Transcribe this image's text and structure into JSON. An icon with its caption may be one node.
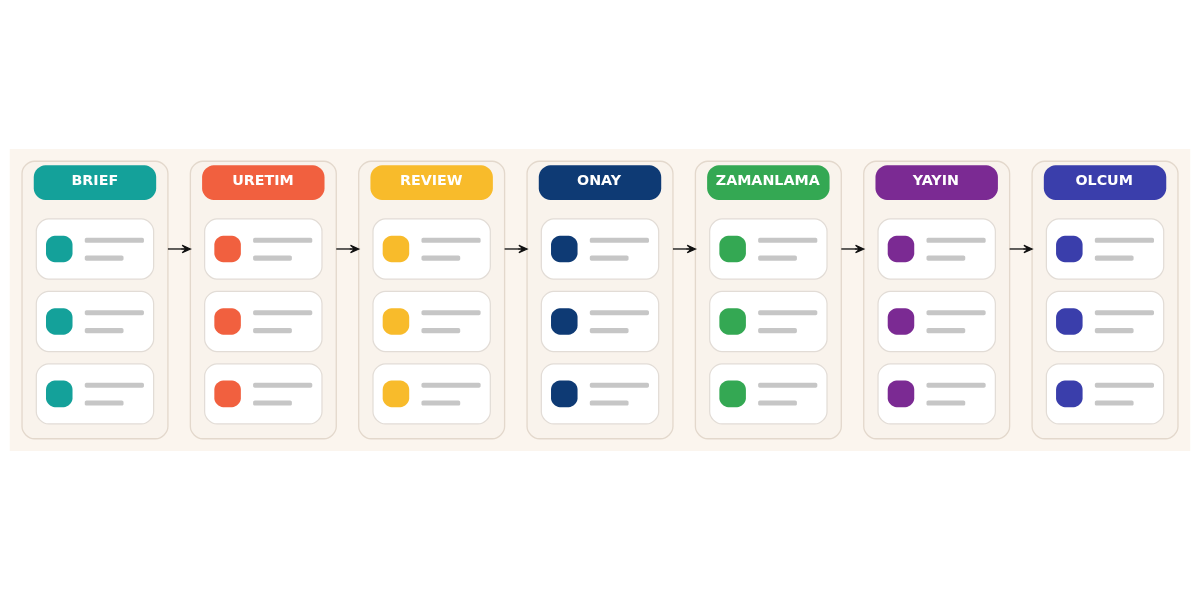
{
  "diagram": {
    "nodes": [
      {
        "text": [
          "BRIEF"
        ]
      },
      {
        "text": [],
        "shape": "box",
        "in": 0
      },
      {
        "text": [],
        "shape": "box",
        "in": 0
      },
      {
        "text": [],
        "shape": "box",
        "in": 0
      },
      {
        "text": [
          "URETIM"
        ]
      },
      {
        "text": [],
        "shape": "box",
        "in": 4
      },
      {
        "text": [],
        "shape": "box",
        "in": 4
      },
      {
        "text": [],
        "shape": "box",
        "in": 4
      },
      {
        "text": [
          "REVIEW"
        ]
      },
      {
        "text": [],
        "shape": "box",
        "in": 8
      },
      {
        "text": [],
        "shape": "box",
        "in": 8
      },
      {
        "text": [],
        "shape": "box",
        "in": 8
      },
      {
        "text": [
          "ONAY"
        ]
      },
      {
        "text": [],
        "shape": "box",
        "in": 12
      },
      {
        "text": [],
        "shape": "box",
        "in": 12
      },
      {
        "text": [],
        "shape": "box",
        "in": 12
      },
      {
        "text": [
          "ZAMANLAMA"
        ]
      },
      {
        "text": [],
        "shape": "box",
        "in": 16
      },
      {
        "text": [],
        "shape": "box",
        "in": 16
      },
      {
        "text": [],
        "shape": "box",
        "in": 16
      },
      {
        "text": [
          "YAYIN"
        ]
      },
      {
        "text": [],
        "shape": "box",
        "in": 20
      },
      {
        "text": [],
        "shape": "box",
        "in": 20
      },
      {
        "text": [],
        "shape": "box",
        "in": 20
      },
      {
        "text": [
          "OLCUM"
        ]
      },
      {
        "text": [],
        "shape": "box",
        "in": 24
      },
      {
        "text": [],
        "shape": "box",
        "in": 24
      },
      {
        "text": [],
        "shape": "box",
        "in": 24
      }
    ],
    "edges": [
      {
        "from": 0,
        "to": 4,
        "arrow": "to"
      },
      {
        "from": 4,
        "to": 8,
        "arrow": "to"
      },
      {
        "from": 8,
        "to": 12,
        "arrow": "to"
      },
      {
        "from": 12,
        "to": 16,
        "arrow": "to"
      },
      {
        "from": 16,
        "to": 20,
        "arrow": "to"
      },
      {
        "from": 20,
        "to": 24,
        "arrow": "to"
      }
    ]
  }
}
